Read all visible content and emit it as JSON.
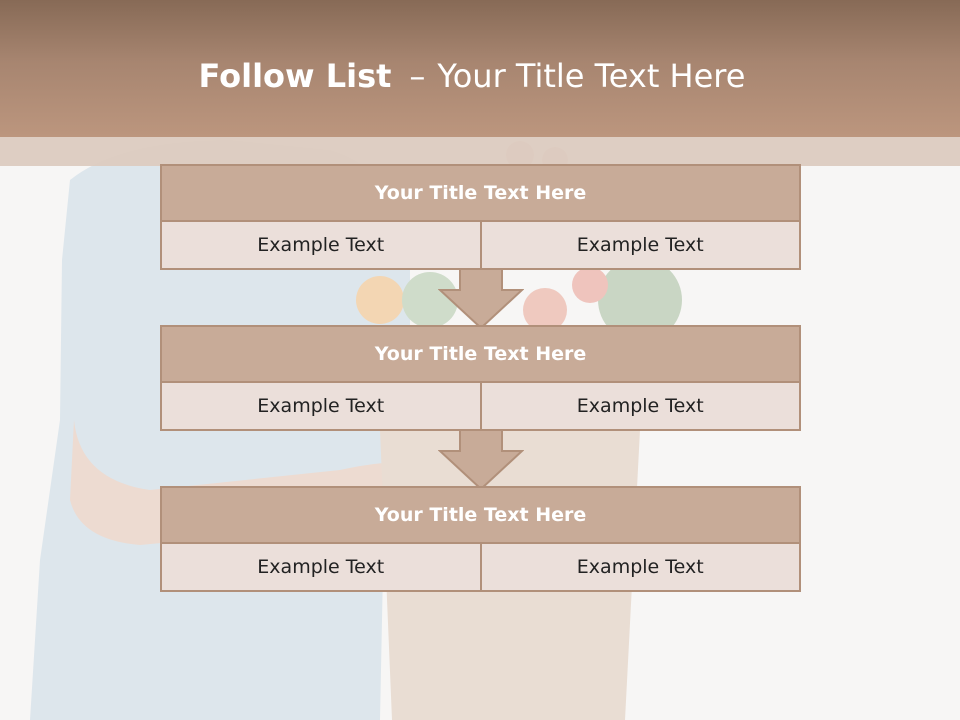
{
  "slide": {
    "title_bold": "Follow List",
    "title_separator": "–",
    "title_rest": "Your Title Text Here"
  },
  "blocks": [
    {
      "title": "Your Title Text Here",
      "cells": [
        "Example Text",
        "Example Text"
      ]
    },
    {
      "title": "Your Title Text Here",
      "cells": [
        "Example Text",
        "Example Text"
      ]
    },
    {
      "title": "Your Title Text Here",
      "cells": [
        "Example Text",
        "Example Text"
      ]
    }
  ],
  "colors": {
    "header": "#a78570",
    "header_band": "#dccbc0",
    "block_title_fill": "#c8ab98",
    "block_cell_fill": "#ebdfda",
    "block_border": "#b1907a",
    "arrow_fill": "#c8ab98"
  }
}
